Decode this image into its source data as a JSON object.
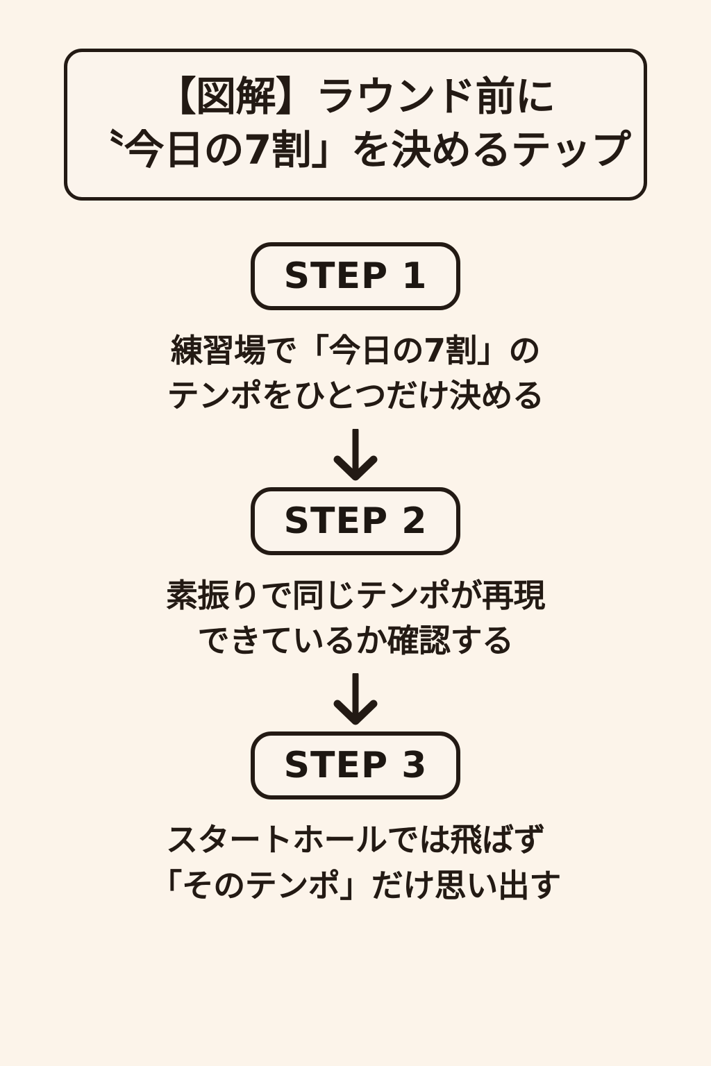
{
  "page": {
    "background_color": "#fcf4ea",
    "ink_color": "#231a14",
    "panel_fill": "#fbf4ec"
  },
  "title": {
    "line1": "【図解】ラウンド前に",
    "line2": "〝今日の7割」を決めるテップ"
  },
  "arrow": {
    "glyph": "down-arrow",
    "symbol": "↓"
  },
  "steps": [
    {
      "badge": "STEP 1",
      "caption_line1": "練習場で「今日の7割」の",
      "caption_line2": "テンポをひとつだけ決める"
    },
    {
      "badge": "STEP 2",
      "caption_line1": "素振りで同じテンポが再現",
      "caption_line2": "できているか確認する"
    },
    {
      "badge": "STEP 3",
      "caption_line1": "スタートホールでは飛ばず",
      "caption_line2": "「そのテンポ」だけ思い出す"
    }
  ]
}
